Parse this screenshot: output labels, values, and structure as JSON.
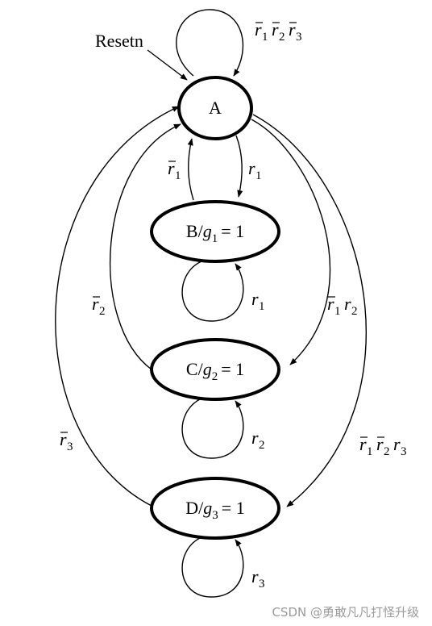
{
  "reset_label": "Resetn",
  "states": {
    "A": {
      "name": "A"
    },
    "B": {
      "name": "B",
      "output": "g",
      "output_index": "1",
      "eq": "= 1"
    },
    "C": {
      "name": "C",
      "output": "g",
      "output_index": "2",
      "eq": "= 1"
    },
    "D": {
      "name": "D",
      "output": "g",
      "output_index": "3",
      "eq": "= 1"
    }
  },
  "transitions": {
    "A_self": [
      {
        "var": "r",
        "idx": "1",
        "neg": true
      },
      {
        "var": "r",
        "idx": "2",
        "neg": true
      },
      {
        "var": "r",
        "idx": "3",
        "neg": true
      }
    ],
    "A_to_B": [
      {
        "var": "r",
        "idx": "1",
        "neg": false
      }
    ],
    "B_to_A": [
      {
        "var": "r",
        "idx": "1",
        "neg": true
      }
    ],
    "B_self": [
      {
        "var": "r",
        "idx": "1",
        "neg": false
      }
    ],
    "A_to_C": [
      {
        "var": "r",
        "idx": "1",
        "neg": true
      },
      {
        "var": "r",
        "idx": "2",
        "neg": false
      }
    ],
    "C_to_A": [
      {
        "var": "r",
        "idx": "2",
        "neg": true
      }
    ],
    "C_self": [
      {
        "var": "r",
        "idx": "2",
        "neg": false
      }
    ],
    "A_to_D": [
      {
        "var": "r",
        "idx": "1",
        "neg": true
      },
      {
        "var": "r",
        "idx": "2",
        "neg": true
      },
      {
        "var": "r",
        "idx": "3",
        "neg": false
      }
    ],
    "D_to_A": [
      {
        "var": "r",
        "idx": "3",
        "neg": true
      }
    ],
    "D_self": [
      {
        "var": "r",
        "idx": "3",
        "neg": false
      }
    ]
  },
  "watermark": "CSDN @勇敢凡凡打怪升级"
}
